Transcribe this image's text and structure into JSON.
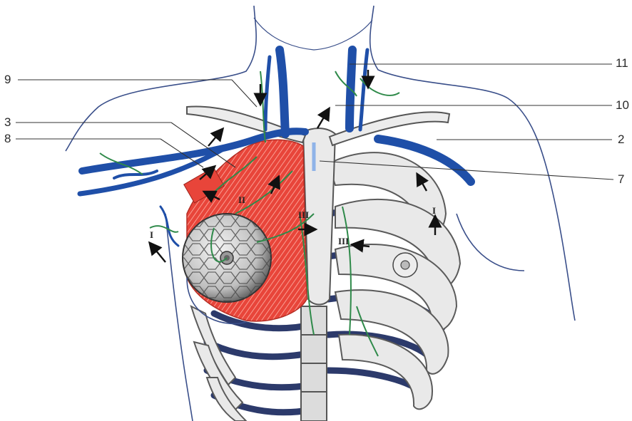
{
  "labels": {
    "left": [
      "9",
      "3",
      "8"
    ],
    "right": [
      "11",
      "10",
      "2",
      "7"
    ]
  },
  "roman_marks": [
    "I",
    "II",
    "III",
    "III",
    "I"
  ],
  "colors": {
    "vein": "#1f4fa8",
    "lymph": "#2f8a4a",
    "muscle": "#d8372c",
    "bone_fill": "#ececec",
    "bone_dark": "#2c3a6b",
    "outline": "#3a4f8a",
    "leader": "#333333"
  }
}
